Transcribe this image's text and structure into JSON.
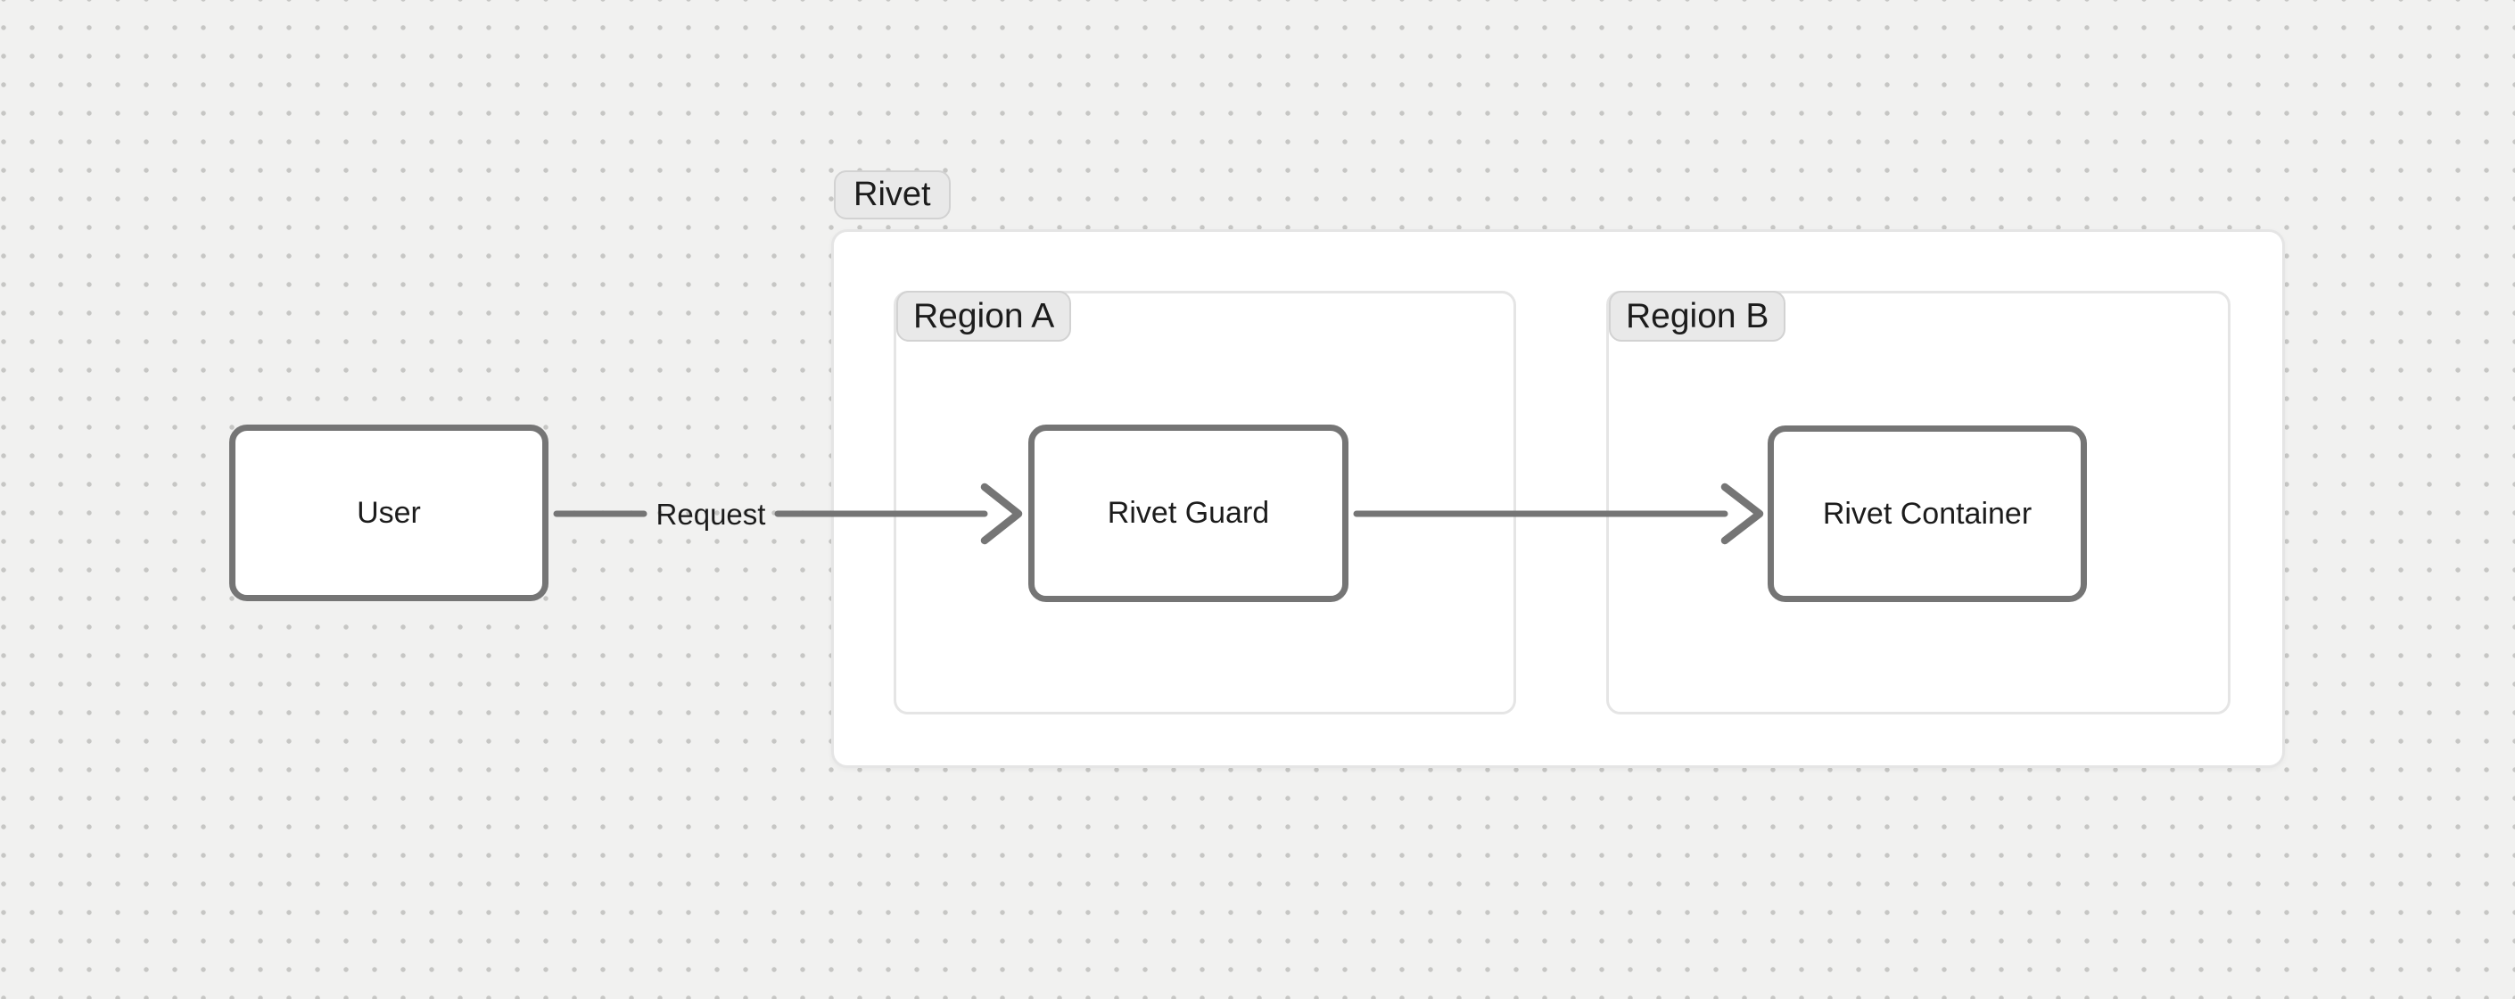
{
  "canvas": {
    "background_color": "#f1f1f0",
    "dot_color": "#c6c6c4",
    "surface_color": "#ffffff"
  },
  "diagram": {
    "frame": {
      "label": "Rivet"
    },
    "regions": [
      {
        "label": "Region A"
      },
      {
        "label": "Region B"
      }
    ],
    "nodes": [
      {
        "label": "User"
      },
      {
        "label": "Rivet Guard"
      },
      {
        "label": "Rivet Container"
      }
    ],
    "edges": [
      {
        "from": "User",
        "to": "Rivet Guard",
        "label": "Request"
      },
      {
        "from": "Rivet Guard",
        "to": "Rivet Container",
        "label": ""
      }
    ]
  },
  "theme": {
    "node_border_color": "#757575",
    "arrow_color": "#757575",
    "text_color": "#1c1c1c",
    "badge_background": "#e9e9e9",
    "badge_border_color": "#d2d2d2",
    "container_border_color": "#e5e5e5"
  }
}
